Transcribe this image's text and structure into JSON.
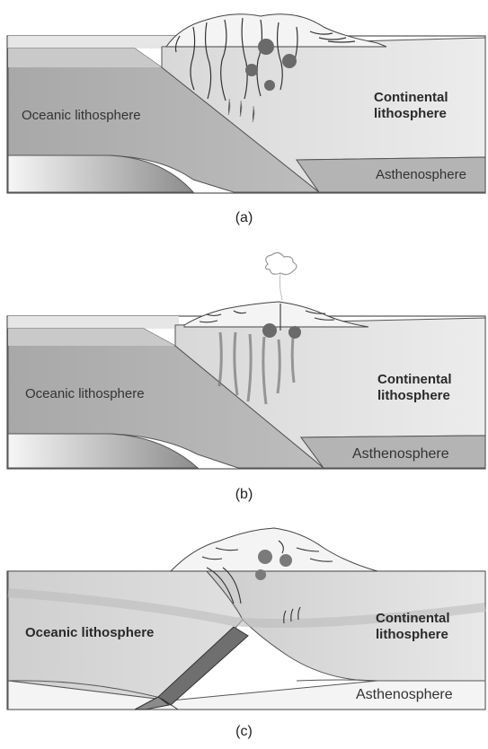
{
  "panels": [
    {
      "caption": "(a)",
      "oceanic_label": "Oceanic lithosphere",
      "continental_label_line1": "Continental",
      "continental_label_line2": "lithosphere",
      "asthenosphere_label": "Asthenosphere"
    },
    {
      "caption": "(b)",
      "oceanic_label": "Oceanic lithosphere",
      "continental_label_line1": "Continental",
      "continental_label_line2": "lithosphere",
      "asthenosphere_label": "Asthenosphere"
    },
    {
      "caption": "(c)",
      "oceanic_label": "Oceanic lithosphere",
      "continental_label_line1": "Continental",
      "continental_label_line2": "lithosphere",
      "asthenosphere_label": "Asthenosphere"
    }
  ],
  "colors": {
    "water": "#d6d6d6",
    "lithosphere_dark": "#9e9e9e",
    "lithosphere_light": "#e2e2e2",
    "asthenosphere": "#f2f2f2"
  }
}
